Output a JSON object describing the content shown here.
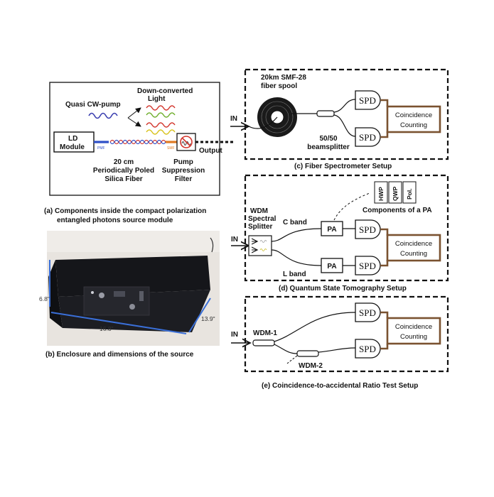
{
  "panel_a": {
    "pump_label": "Quasi CW-pump",
    "down_converted_label_1": "Down-converted",
    "down_converted_label_2": "Light",
    "ld_module_1": "LD",
    "ld_module_2": "Module",
    "pmf_1": "PMF",
    "smf_1": "SMF",
    "fiber_label_1": "20 cm",
    "fiber_label_2": "Periodically Poled",
    "fiber_label_3": "Silica Fiber",
    "filter_label_1": "Pump",
    "filter_label_2": "Suppression",
    "filter_label_3": "Filter",
    "output_label": "Output",
    "caption_1": "(a) Components inside the compact polarization",
    "caption_2": "entangled photons source module"
  },
  "panel_b": {
    "dim_height": "6.8\"",
    "dim_width": "16.8\"",
    "dim_depth": "13.9\"",
    "caption": "(b) Enclosure and dimensions of the source"
  },
  "panel_c": {
    "spool_label_1": "20km SMF-28",
    "spool_label_2": "fiber spool",
    "in_label": "IN",
    "bs_label_1": "50/50",
    "bs_label_2": "beamsplitter",
    "spd_1": "SPD",
    "spd_2": "SPD",
    "cc_label_1": "Coincidence",
    "cc_label_2": "Counting",
    "caption": "(c) Fiber Spectrometer Setup"
  },
  "panel_d": {
    "wdm_label_1": "WDM",
    "wdm_label_2": "Spectral",
    "wdm_label_3": "Splitter",
    "in_label": "IN",
    "c_band": "C band",
    "l_band": "L band",
    "pa_1": "PA",
    "pa_2": "PA",
    "spd_1": "SPD",
    "spd_2": "SPD",
    "hwp": "HWP",
    "qwp": "QWP",
    "pol": "Pol.",
    "components_label": "Components of a PA",
    "cc_label_1": "Coincidence",
    "cc_label_2": "Counting",
    "caption": "(d) Quantum State Tomography Setup"
  },
  "panel_e": {
    "in_label": "IN",
    "wdm1": "WDM-1",
    "wdm2": "WDM-2",
    "spd_1": "SPD",
    "spd_2": "SPD",
    "cc_label_1": "Coincidence",
    "cc_label_2": "Counting",
    "caption": "(e) Coincidence-to-accidental Ratio Test Setup"
  },
  "colors": {
    "counting_box": "#7a5230",
    "pump_wave": "#3b3fb0",
    "wave_red": "#d2352c",
    "wave_yellow": "#d8c21a",
    "wave_green": "#6fae2c",
    "pmf_fiber": "#2f4fc8",
    "smf_fiber": "#e07a22"
  }
}
